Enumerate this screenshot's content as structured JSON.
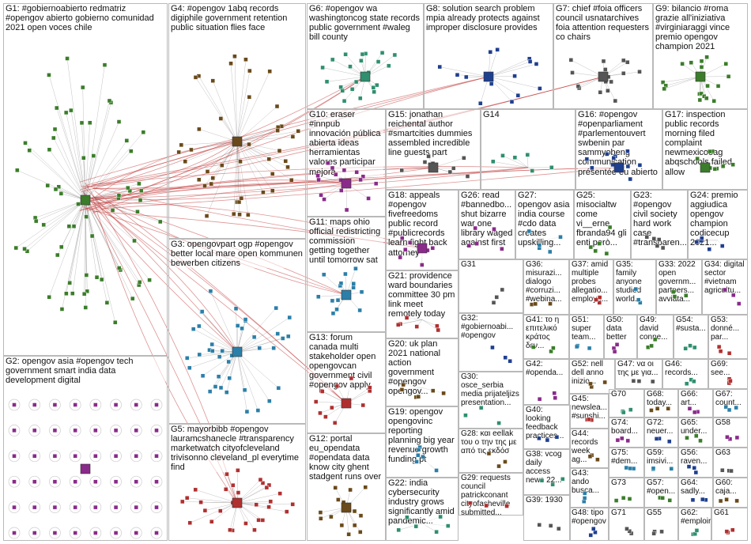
{
  "graph": {
    "background": "#ffffff",
    "border_color": "#b9b9b9",
    "edge_color": "#c33a3a",
    "node_palette": [
      "#1f3f8f",
      "#3b7d2a",
      "#8a2a8a",
      "#2b7fa8",
      "#6a4a1a",
      "#b03030",
      "#2f8f6f",
      "#555555"
    ],
    "groups": [
      {
        "id": "G1",
        "label": "G1: #gobiernoabierto redmatriz #opengov abierto gobierno comunidad 2021 open voces chile"
      },
      {
        "id": "G2",
        "label": "G2: opengov asia #opengov tech government smart india data development digital"
      },
      {
        "id": "G3",
        "label": "G3: opengovpart ogp #opengov better local mare open kommunen bewerben citizens"
      },
      {
        "id": "G4",
        "label": "G4: #opengov 1abq records digiphile government retention public situation flies face"
      },
      {
        "id": "G5",
        "label": "G5: mayorbibb #opengov lauramcshanecle #transparency marketwatch cityofcleveland trivisonno cleveland_pl everytime find"
      },
      {
        "id": "G6",
        "label": "G6: #opengov wa washingtoncog state records public government #waleg bill county"
      },
      {
        "id": "G7",
        "label": "G7: chief #foia officers council usnatarchives foia attention requesters co chairs"
      },
      {
        "id": "G8",
        "label": "G8: solution search problem mpia already protects against improper disclosure provides"
      },
      {
        "id": "G9",
        "label": "G9: bilancio #roma grazie all'iniziativa #virginiaraggi vince premio opengov champion 2021"
      },
      {
        "id": "G10",
        "label": "G10: eraser #innpub innovación pública abierta ideas herramientas valores participar mejora"
      },
      {
        "id": "G11",
        "label": "G11: maps ohio official redistricting commission getting together until tomorrow sat"
      },
      {
        "id": "G12",
        "label": "G12: portal eu_opendata #opendata data know city ghent stadgent runs over"
      },
      {
        "id": "G13",
        "label": "G13: forum canada multi stakeholder open opengovcan government civil #opengov apply"
      },
      {
        "id": "G14",
        "label": "G14"
      },
      {
        "id": "G15",
        "label": "G15: jonathan reichental author #smartcities dummies assembled incredible line guests part"
      },
      {
        "id": "G16",
        "label": "G16: #opengov #openparliament #parlementouvert swbenin par sammyobeng communication présentée eu abierto"
      },
      {
        "id": "G17",
        "label": "G17: inspection public records morning filed complaint newmexicooag abqschools failed allow"
      },
      {
        "id": "G18",
        "label": "G18: appeals #opengov fivefreedoms public record #publicrecords learn fight back attorney"
      },
      {
        "id": "G19",
        "label": "G19: opengov opengovinc reporting planning big year revenue growth funding pt"
      },
      {
        "id": "G20",
        "label": "G20: uk plan 2021 national action government #opengov opengov..."
      },
      {
        "id": "G21",
        "label": "G21: providence ward boundaries committee 30 pm link meet remotely today"
      },
      {
        "id": "G22",
        "label": "G22: india cybersecurity industry grows significantly amid pandemic..."
      },
      {
        "id": "G23",
        "label": "G23: #opengov civil society hard work case #transparen..."
      },
      {
        "id": "G24",
        "label": "G24: premio aggiudica opengov champion codicecup 2021..."
      },
      {
        "id": "G25",
        "label": "G25: misocialtw come vi__erne fbranda94 gli enti però..."
      },
      {
        "id": "G26",
        "label": "G26: read #bannedbo... shut bizarre war one library waged against first"
      },
      {
        "id": "G27",
        "label": "G27: opengov asia india course #cdo data creates upskilling..."
      },
      {
        "id": "G28",
        "label": "G28: και eellak του ο την της με από τις εκδόσ"
      },
      {
        "id": "G29",
        "label": "G29: requests council patrickconant cityofasheville submitted..."
      },
      {
        "id": "G30",
        "label": "G30: osce_serbia media prijateljizs presentation..."
      },
      {
        "id": "G31",
        "label": "G31"
      },
      {
        "id": "G32",
        "label": "G32: #gobiernoabi... #opengov"
      },
      {
        "id": "G33",
        "label": "G33: 2022 open governm... partners... avviata..."
      },
      {
        "id": "G34",
        "label": "G34: digital sector #vietnam agricultu..."
      },
      {
        "id": "G35",
        "label": "G35: family anyone studied world..."
      },
      {
        "id": "G36",
        "label": "G36: misurazi... dialogo #corruzi... #webina..."
      },
      {
        "id": "G37",
        "label": "G37: amid multiple probes allegatio... employe..."
      },
      {
        "id": "G38",
        "label": "G38: vcog daily access news 22..."
      },
      {
        "id": "G39",
        "label": "G39: 1930"
      },
      {
        "id": "G40",
        "label": "G40: looking feedback practices..."
      },
      {
        "id": "G41",
        "label": "G41: το η επιτελικό κράτος δεν..."
      },
      {
        "id": "G42",
        "label": "G42: #openda..."
      },
      {
        "id": "G43",
        "label": "G43: ando busca..."
      },
      {
        "id": "G44",
        "label": "G44: records week ag..."
      },
      {
        "id": "G45",
        "label": "G45: newslea... #sunshi..."
      },
      {
        "id": "G46",
        "label": "G46: records..."
      },
      {
        "id": "G47",
        "label": "G47: να οι της με για..."
      },
      {
        "id": "G48",
        "label": "G48: tipo #opengov"
      },
      {
        "id": "G49",
        "label": "G49: david conne..."
      },
      {
        "id": "G50",
        "label": "G50: data better"
      },
      {
        "id": "G51",
        "label": "G51: super team..."
      },
      {
        "id": "G52",
        "label": "G52: nell dell anno inizio..."
      },
      {
        "id": "G53",
        "label": "G53: donné... par..."
      },
      {
        "id": "G54",
        "label": "G54: #susta..."
      },
      {
        "id": "G55",
        "label": "G55"
      },
      {
        "id": "G56",
        "label": "G56: raven..."
      },
      {
        "id": "G57",
        "label": "G57: #open..."
      },
      {
        "id": "G58",
        "label": "G58"
      },
      {
        "id": "G59",
        "label": "G59: imsivi..."
      },
      {
        "id": "G60",
        "label": "G60: caja..."
      },
      {
        "id": "G61",
        "label": "G61"
      },
      {
        "id": "G62",
        "label": "G62: #emploirefres..."
      },
      {
        "id": "G63",
        "label": "G63"
      },
      {
        "id": "G64",
        "label": "G64: sadly..."
      },
      {
        "id": "G65",
        "label": "G65: under..."
      },
      {
        "id": "G66",
        "label": "G66: art..."
      },
      {
        "id": "G67",
        "label": "G67: count..."
      },
      {
        "id": "G68",
        "label": "G68: today..."
      },
      {
        "id": "G69",
        "label": "G69: see..."
      },
      {
        "id": "G70",
        "label": "G70"
      },
      {
        "id": "G71",
        "label": "G71"
      },
      {
        "id": "G72",
        "label": "G72: neuer..."
      },
      {
        "id": "G73",
        "label": "G73"
      },
      {
        "id": "G74",
        "label": "G74: board..."
      },
      {
        "id": "G75",
        "label": "G75: #dem..."
      }
    ]
  }
}
